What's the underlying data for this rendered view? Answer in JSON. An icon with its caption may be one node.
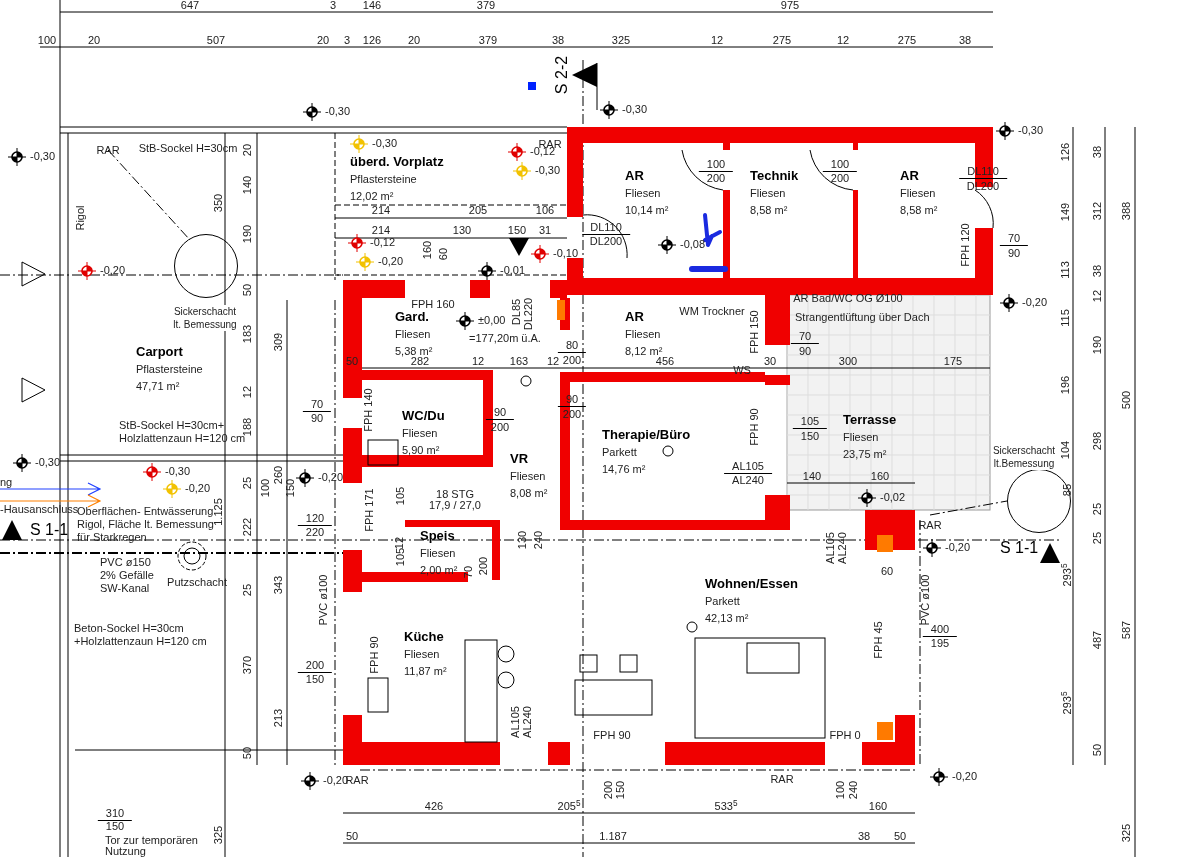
{
  "diagram": {
    "nodes": [
      {
        "text": [
          "überd. Vorplatz",
          "Pflastersteine",
          "12,02 m²"
        ]
      },
      {
        "text": [
          "AR",
          "Fliesen",
          "10,14 m²"
        ]
      },
      {
        "text": [
          "Technik",
          "Fliesen",
          "8,58 m²"
        ]
      },
      {
        "text": [
          "AR",
          "Fliesen",
          "8,58 m²"
        ]
      },
      {
        "text": [
          "Carport",
          "Pflastersteine",
          "47,71 m²"
        ]
      },
      {
        "text": [
          "Gard.",
          "Fliesen",
          "5,38 m²"
        ]
      },
      {
        "text": [
          "AR",
          "Fliesen",
          "8,12 m²"
        ]
      },
      {
        "text": [
          "WC/Du",
          "Fliesen",
          "5,90 m²"
        ]
      },
      {
        "text": [
          "VR",
          "Fliesen",
          "8,08 m²"
        ]
      },
      {
        "text": [
          "Therapie/Büro",
          "Parkett",
          "14,76 m²"
        ]
      },
      {
        "text": [
          "Terrasse",
          "Fliesen",
          "23,75 m²"
        ]
      },
      {
        "text": [
          "Speis",
          "Fliesen",
          "2,00 m²"
        ]
      },
      {
        "text": [
          "Küche",
          "Fliesen",
          "11,87 m²"
        ]
      },
      {
        "text": [
          "Wohnen/Essen",
          "Parkett",
          "42,13 m²"
        ]
      },
      {
        "text": [],
        "shape": "circle",
        "beside": [
          "Sickerschacht lt. Bemessung"
        ]
      },
      {
        "text": [],
        "shape": "circle",
        "beside": [
          "Sickerschacht lt.Bemessung"
        ]
      }
    ],
    "labels": [
      "647",
      "3",
      "146",
      "379",
      "975",
      "100",
      "20",
      "507",
      "20",
      "3",
      "126",
      "20",
      "379",
      "38",
      "325",
      "12",
      "275",
      "12",
      "275",
      "38",
      "S 2-2",
      "-0,30",
      "-0,30",
      "RAR",
      "StB-Sockel H=30cm",
      "-0,30",
      "-0,30",
      "RAR",
      "-0,12",
      "-0,30",
      "-0,30",
      "Rigol",
      "20",
      "140",
      "350",
      "190",
      "214",
      "205",
      "106",
      "214",
      "130",
      "150",
      "31",
      "-0,12",
      "-0,20",
      "160",
      "60",
      "-0,10",
      "-0,01",
      "DL110",
      "DL200",
      "100",
      "200",
      "100",
      "200",
      "DL110",
      "DL200",
      "-0,08",
      "FPH 120",
      "70",
      "90",
      "126",
      "149",
      "113",
      "38",
      "312",
      "38",
      "388",
      "-0,20",
      "50",
      "FPH 160",
      "±0,00",
      "=177,20m ü.A.",
      "DL85",
      "DL220",
      "WM Trockner",
      "FPH 150",
      "AR Bad/WC OG Ø100",
      "Strangentlüftung über Dach",
      "-0,20",
      "115",
      "12",
      "190",
      "183",
      "309",
      "50",
      "282",
      "12",
      "163",
      "12",
      "80",
      "200",
      "456",
      "WS",
      "30",
      "300",
      "175",
      "70",
      "90",
      "12",
      "196",
      "500",
      "70",
      "90",
      "FPH 140",
      "90",
      "200",
      "90",
      "200",
      "188",
      "FPH 90",
      "105",
      "150",
      "StB-Sockel H=30cm+ Holzlattenzaun H=120 cm",
      "298",
      "104",
      "-0,30",
      "-0,30",
      "-0,20",
      "-0,20",
      "100",
      "260",
      "150",
      "AL105",
      "AL240",
      "140",
      "160",
      "85",
      "-0,02",
      "25",
      "ng",
      "-Hausanschluss",
      "Oberflächen- Entwässerung Rigol, Fläche lt. Bemessung für Starkregen",
      "S 1-1",
      "18 STG",
      "17,9 / 27,0",
      "105",
      "FPH 171",
      "120",
      "220",
      "1.125",
      "222",
      "25",
      "RAR",
      "12",
      "105",
      "130",
      "240",
      "25",
      "-0,20",
      "S 1-1",
      "AL105",
      "AL240",
      "PVC ø150 2% Gefälle SW-Kanal",
      "Putzschacht",
      "70",
      "200",
      "60",
      "293$^{5}$",
      "25",
      "343",
      "PVC ø100",
      "PVC ø100",
      "Beton-Sockel H=30cm +Holzlattenzaun H=120 cm",
      "400",
      "195",
      "FPH 45",
      "487",
      "587",
      "FPH 90",
      "370",
      "200",
      "150",
      "293$^{5}$",
      "213",
      "AL105",
      "AL240",
      "FPH 90",
      "FPH 0",
      "50",
      "50",
      "-0,20",
      "RAR",
      "RAR",
      "-0,20",
      "200",
      "150",
      "100",
      "240",
      "426",
      "205$^{5}$",
      "533$^{5}$",
      "160",
      "310",
      "150",
      "325",
      "325",
      "50",
      "1.187",
      "38",
      "50",
      "Tor zur temporären Nutzung"
    ]
  }
}
